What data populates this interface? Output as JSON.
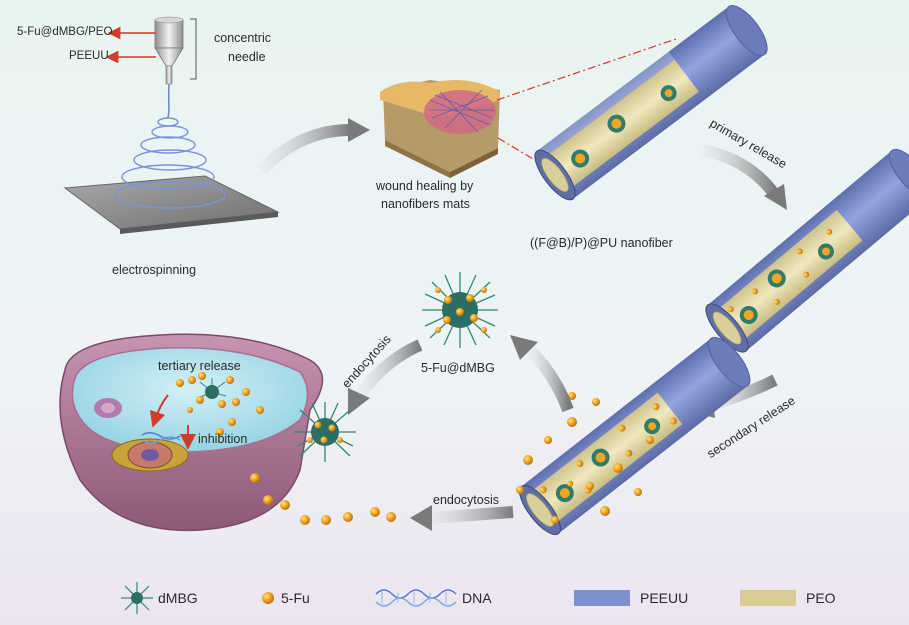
{
  "labels": {
    "core_solution": "5-Fu@dMBG/PEO",
    "shell_solution": "PEEUU",
    "needle": [
      "concentric",
      "needle"
    ],
    "electrospinning": "electrospinning",
    "wound_healing": [
      "wound healing by",
      "nanofibers mats"
    ],
    "nanofiber": "((F@B)/P)@PU nanofiber",
    "primary_release": "primary release",
    "secondary_release": "secondary release",
    "endocytosis_top": "endocytosis",
    "endocytosis_bottom": "endocytosis",
    "particle": "5-Fu@dMBG",
    "tertiary_release": "tertiary release",
    "inhibition": "inhibition"
  },
  "legend": [
    {
      "id": "dmbg",
      "icon": "dmbg-sphere-icon",
      "label": "dMBG",
      "color": "#2e7d6b"
    },
    {
      "id": "5fu",
      "icon": "orange-dot-icon",
      "label": "5-Fu",
      "color": "#e8a316"
    },
    {
      "id": "dna",
      "icon": "dna-helix-icon",
      "label": "DNA",
      "color": "#4a7fd0"
    },
    {
      "id": "peeuu",
      "icon": "blue-rect-icon",
      "label": "PEEUU",
      "color": "#7d8fcf"
    },
    {
      "id": "peo",
      "icon": "tan-rect-icon",
      "label": "PEO",
      "color": "#d8cc94"
    }
  ],
  "colors": {
    "background_top": "#eaf5f3",
    "background_bottom": "#ece6f1",
    "peeuu": "#7d8fcf",
    "peo": "#e4dbab",
    "fu": "#e8a316",
    "cell_membrane": "#b9809e",
    "cytoplasm": "#aee0ea",
    "arrow": "#8a8a8a",
    "red": "#d23a2a"
  }
}
